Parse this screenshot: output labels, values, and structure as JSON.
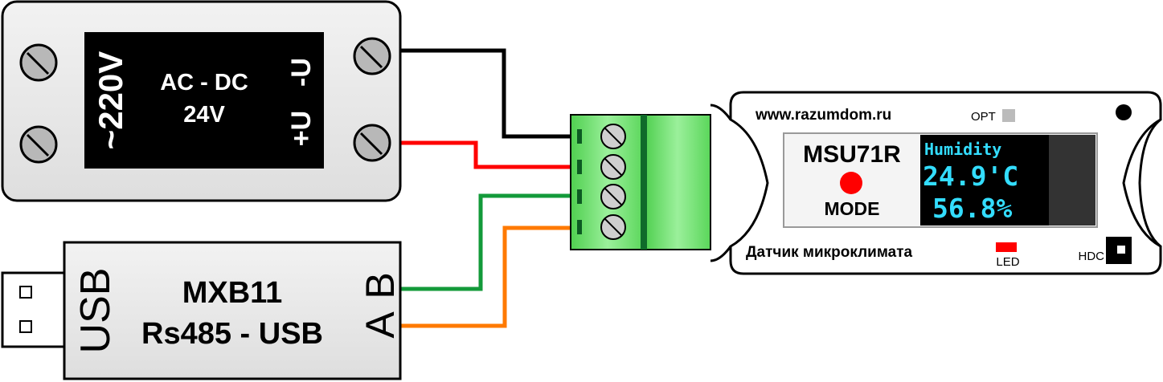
{
  "power_supply": {
    "input_label": "~220V",
    "title": "AC - DC",
    "voltage": "24V",
    "output_minus": "-U",
    "output_plus": "+U"
  },
  "converter": {
    "connector_label": "USB",
    "model": "MXB11",
    "description": "Rs485 - USB",
    "terminal_a": "A",
    "terminal_b": "B"
  },
  "sensor": {
    "website": "www.razumdom.ru",
    "opt_label": "OPT",
    "model": "MSU71R",
    "mode_label": "MODE",
    "caption": "Датчик микроклимата",
    "led_label": "LED",
    "hdc_label": "HDC",
    "display": {
      "line1": "Humidity",
      "line2": "24.9'C",
      "line3": "56.8%"
    }
  },
  "colors": {
    "wire_black": "#000000",
    "wire_red": "#ff0000",
    "wire_green": "#139a3a",
    "wire_orange": "#ff7a00",
    "terminal_green": "#66dd66",
    "display_text": "#33ddff",
    "mode_button": "#ff0000"
  }
}
